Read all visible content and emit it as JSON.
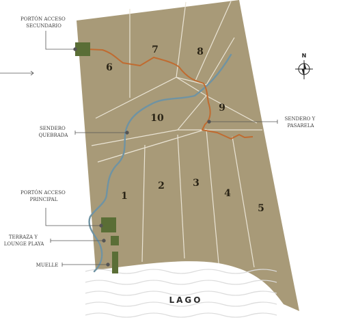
{
  "lots": [
    {
      "label": "1"
    },
    {
      "label": "2"
    },
    {
      "label": "3"
    },
    {
      "label": "4"
    },
    {
      "label": "5"
    },
    {
      "label": "6"
    },
    {
      "label": "7"
    },
    {
      "label": "8"
    },
    {
      "label": "9"
    },
    {
      "label": "10"
    }
  ],
  "annotations": {
    "porton_secundario": [
      "PORTÓN ACCESO",
      "SECUNDARIO"
    ],
    "sendero_quebrada": [
      "SENDERO",
      "QUEBRADA"
    ],
    "sendero_pasarela": [
      "SENDERO Y",
      "PASARELA"
    ],
    "porton_principal": [
      "PORTÓN ACCESO",
      "PRINCIPAL"
    ],
    "terraza": [
      "TERRAZA Y",
      "LOUNGE PLAYA"
    ],
    "muelle": "MUELLE"
  },
  "lake_label": "LAGO",
  "compass": {
    "north_label": "N"
  },
  "icons": {
    "compass": "compass-icon",
    "arrow": "right-arrow-icon"
  },
  "colors": {
    "land": "#a89a78",
    "lot_lines": "#ebe5d6",
    "stream": "#6f93a3",
    "trail": "#c06b30",
    "structures": "#5a6e36",
    "annotation_lines": "#555555",
    "lake_waves": "#dcdcdc"
  }
}
